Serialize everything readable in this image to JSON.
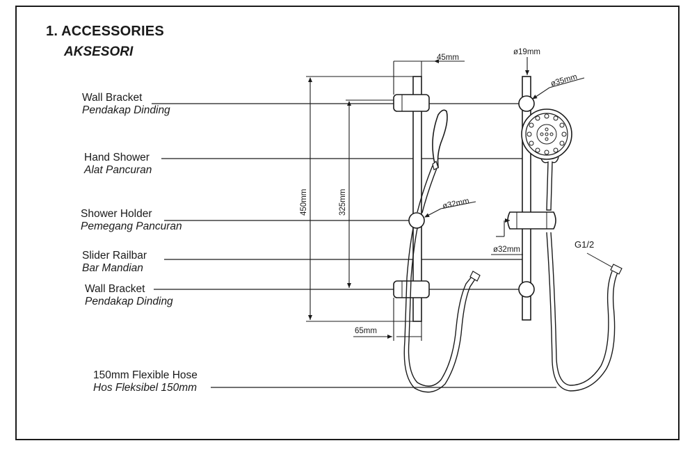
{
  "heading": {
    "title": "1. ACCESSORIES",
    "subtitle": "AKSESORI"
  },
  "labels": [
    {
      "en": "Wall Bracket",
      "ms": "Pendakap Dinding"
    },
    {
      "en": "Hand Shower",
      "ms": "Alat Pancuran"
    },
    {
      "en": "Shower Holder",
      "ms": "Pemegang Pancuran"
    },
    {
      "en": "Slider Railbar",
      "ms": "Bar Mandian"
    },
    {
      "en": "Wall Bracket",
      "ms": "Pendakap Dinding"
    },
    {
      "en": "150mm Flexible Hose",
      "ms": "Hos Fleksibel 150mm"
    }
  ],
  "dimensions": {
    "bracket_depth": "45mm",
    "total_height": "450mm",
    "bracket_spacing": "325mm",
    "holder_diameter": "ø32mm",
    "bottom_offset": "65mm",
    "rail_diameter": "ø19mm",
    "bracket_diameter": "ø35mm",
    "holder_side_diameter": "ø32mm",
    "hose_thread": "G1/2"
  }
}
